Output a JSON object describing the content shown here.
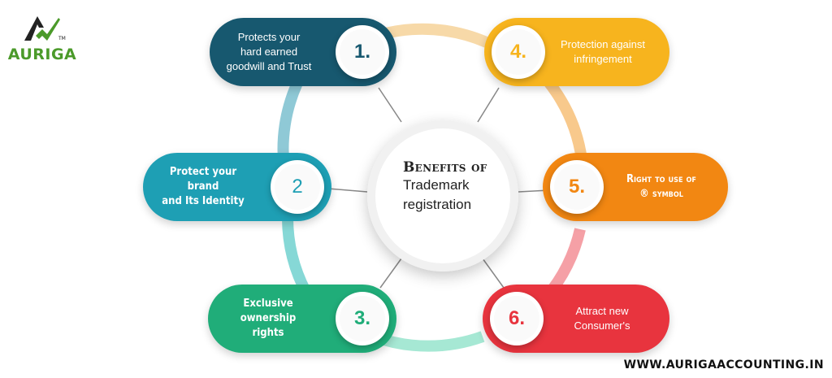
{
  "logo": {
    "brand": "AURIGA",
    "tm": "TM"
  },
  "center": {
    "title": "Benefits of",
    "line1": "Trademark",
    "line2": "registration"
  },
  "benefits": [
    {
      "num": "1.",
      "text": "Protects your\nhard earned\ngoodwill and Trust",
      "color": "#17586f"
    },
    {
      "num": "2",
      "text": "Protect your brand\nand Its Identity",
      "color": "#1e9fb4"
    },
    {
      "num": "3.",
      "text": "Exclusive ownership\nrights",
      "color": "#20ad79"
    },
    {
      "num": "4.",
      "text": "Protection against\ninfringement",
      "color": "#f7b41e"
    },
    {
      "num": "5.",
      "text": "Right to use of\n® symbol",
      "color": "#f28712"
    },
    {
      "num": "6.",
      "text": "Attract new\nConsumer's",
      "color": "#e8343e"
    }
  ],
  "footer": {
    "url": "WWW.AURIGAACCOUNTING.IN"
  }
}
